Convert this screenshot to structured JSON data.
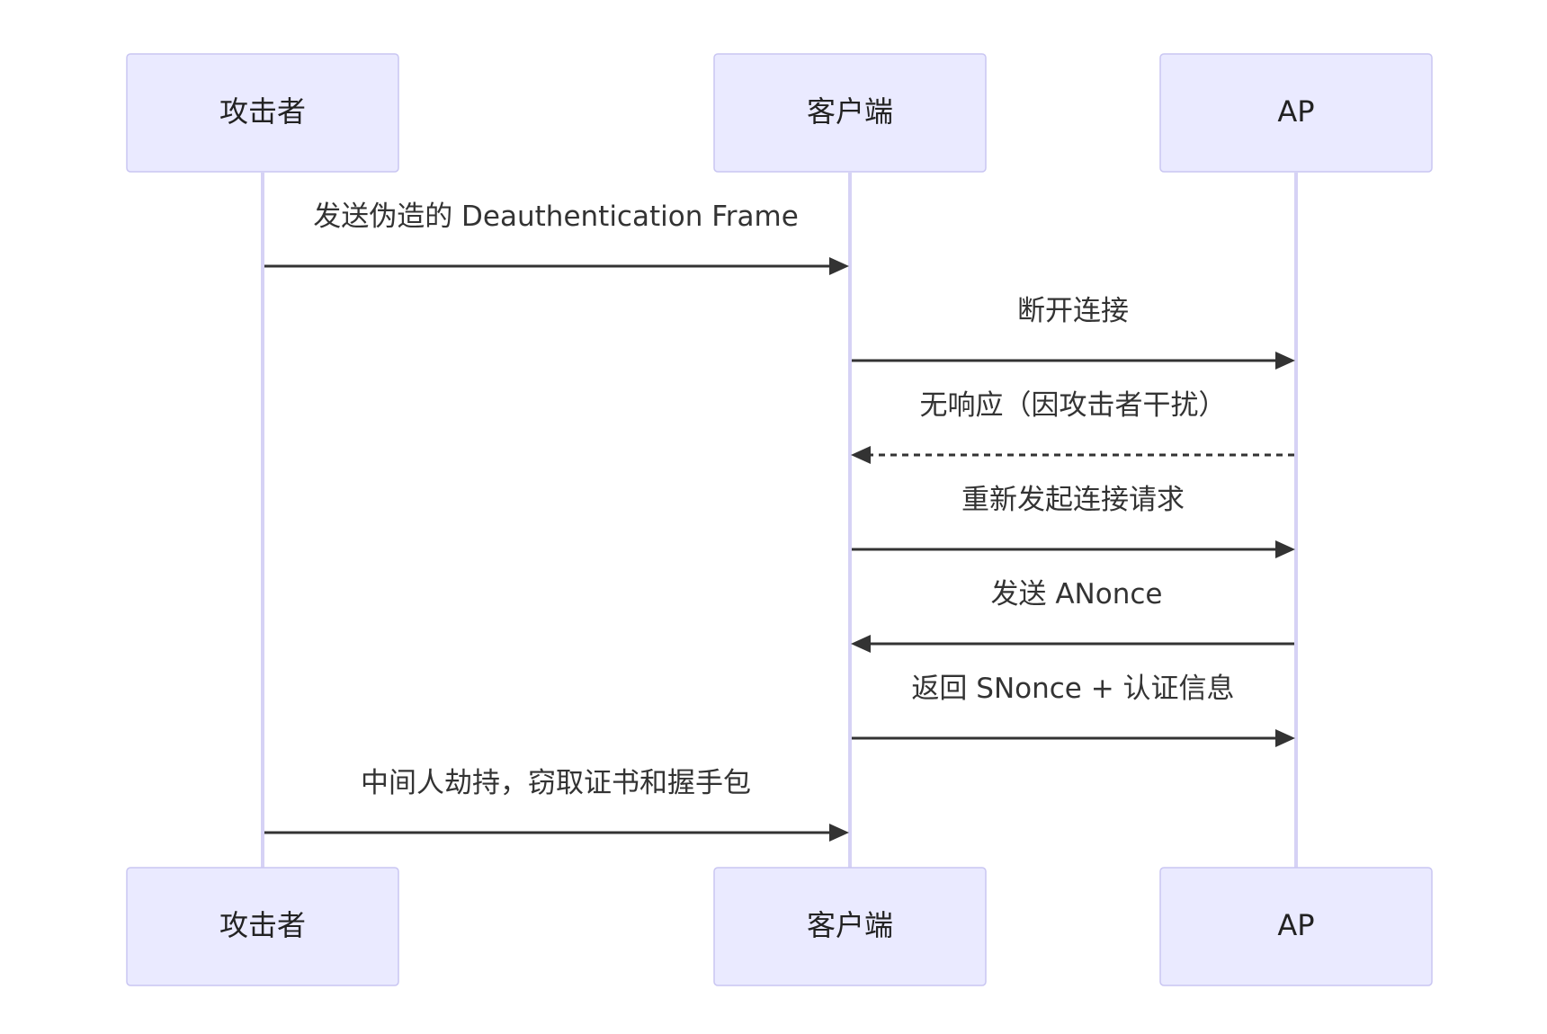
{
  "participants": [
    {
      "id": "attacker",
      "label": "攻击者"
    },
    {
      "id": "client",
      "label": "客户端"
    },
    {
      "id": "ap",
      "label": "AP"
    }
  ],
  "messages": [
    {
      "from": "attacker",
      "to": "client",
      "label": "发送伪造的 Deauthentication Frame",
      "style": "solid"
    },
    {
      "from": "client",
      "to": "ap",
      "label": "断开连接",
      "style": "solid"
    },
    {
      "from": "ap",
      "to": "client",
      "label": "无响应（因攻击者干扰）",
      "style": "dashed"
    },
    {
      "from": "client",
      "to": "ap",
      "label": "重新发起连接请求",
      "style": "solid"
    },
    {
      "from": "ap",
      "to": "client",
      "label": "发送 ANonce",
      "style": "solid"
    },
    {
      "from": "client",
      "to": "ap",
      "label": "返回 SNonce + 认证信息",
      "style": "solid"
    },
    {
      "from": "attacker",
      "to": "client",
      "label": "中间人劫持，窃取证书和握手包",
      "style": "solid"
    }
  ],
  "colors": {
    "actor_fill": "#eaeaff",
    "actor_stroke": "#c9c6f2",
    "lifeline": "#d6d2f5",
    "message": "#333333"
  }
}
